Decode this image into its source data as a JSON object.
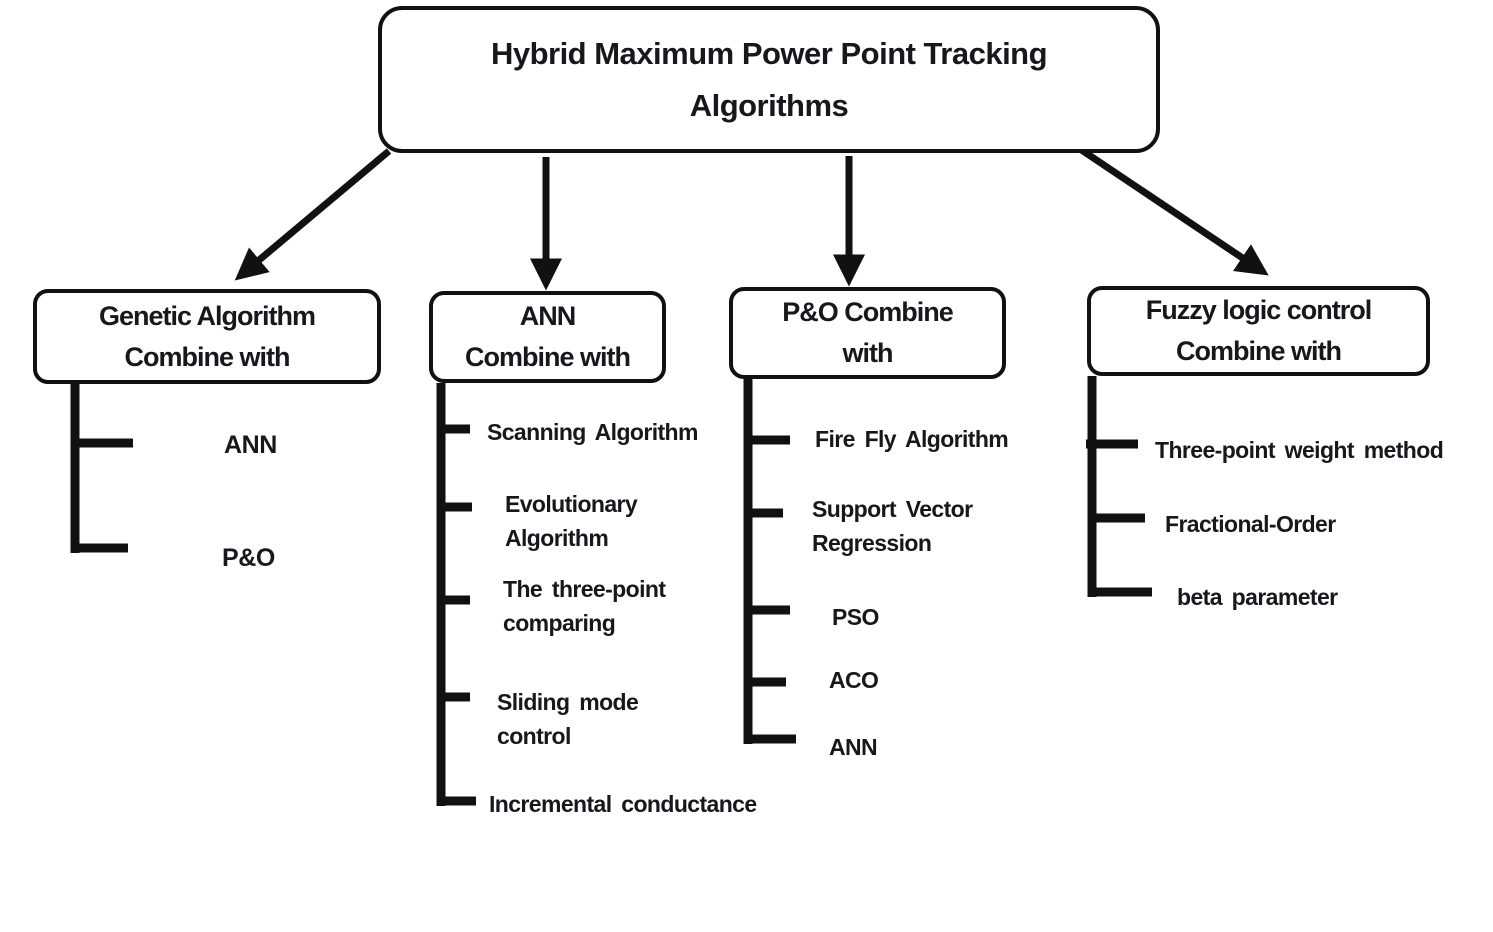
{
  "root": {
    "lines": [
      "Hybrid Maximum Power Point Tracking",
      "Algorithms"
    ]
  },
  "branches": [
    {
      "header_lines": [
        "Genetic Algorithm",
        "Combine with"
      ],
      "items": [
        {
          "text": "ANN"
        },
        {
          "text": "P&O"
        }
      ]
    },
    {
      "header_lines": [
        "ANN",
        "Combine with"
      ],
      "items": [
        {
          "text": "Scanning Algorithm"
        },
        {
          "text": "Evolutionary Algorithm"
        },
        {
          "text": "The three-point comparing"
        },
        {
          "text": "Sliding mode control"
        },
        {
          "text": "Incremental conductance"
        }
      ]
    },
    {
      "header_lines": [
        "P&O Combine",
        "with"
      ],
      "items": [
        {
          "text": "Fire Fly Algorithm"
        },
        {
          "text": "Support Vector Regression"
        },
        {
          "text": "PSO"
        },
        {
          "text": "ACO"
        },
        {
          "text": "ANN"
        }
      ]
    },
    {
      "header_lines": [
        "Fuzzy logic control",
        "Combine with"
      ],
      "items": [
        {
          "text": "Three-point weight method"
        },
        {
          "text": "Fractional-Order"
        },
        {
          "text": "beta parameter"
        }
      ]
    }
  ],
  "colors": {
    "line": "#111111",
    "text": "#17171c",
    "box_fill": "#ffffff",
    "background": "#ffffff"
  }
}
